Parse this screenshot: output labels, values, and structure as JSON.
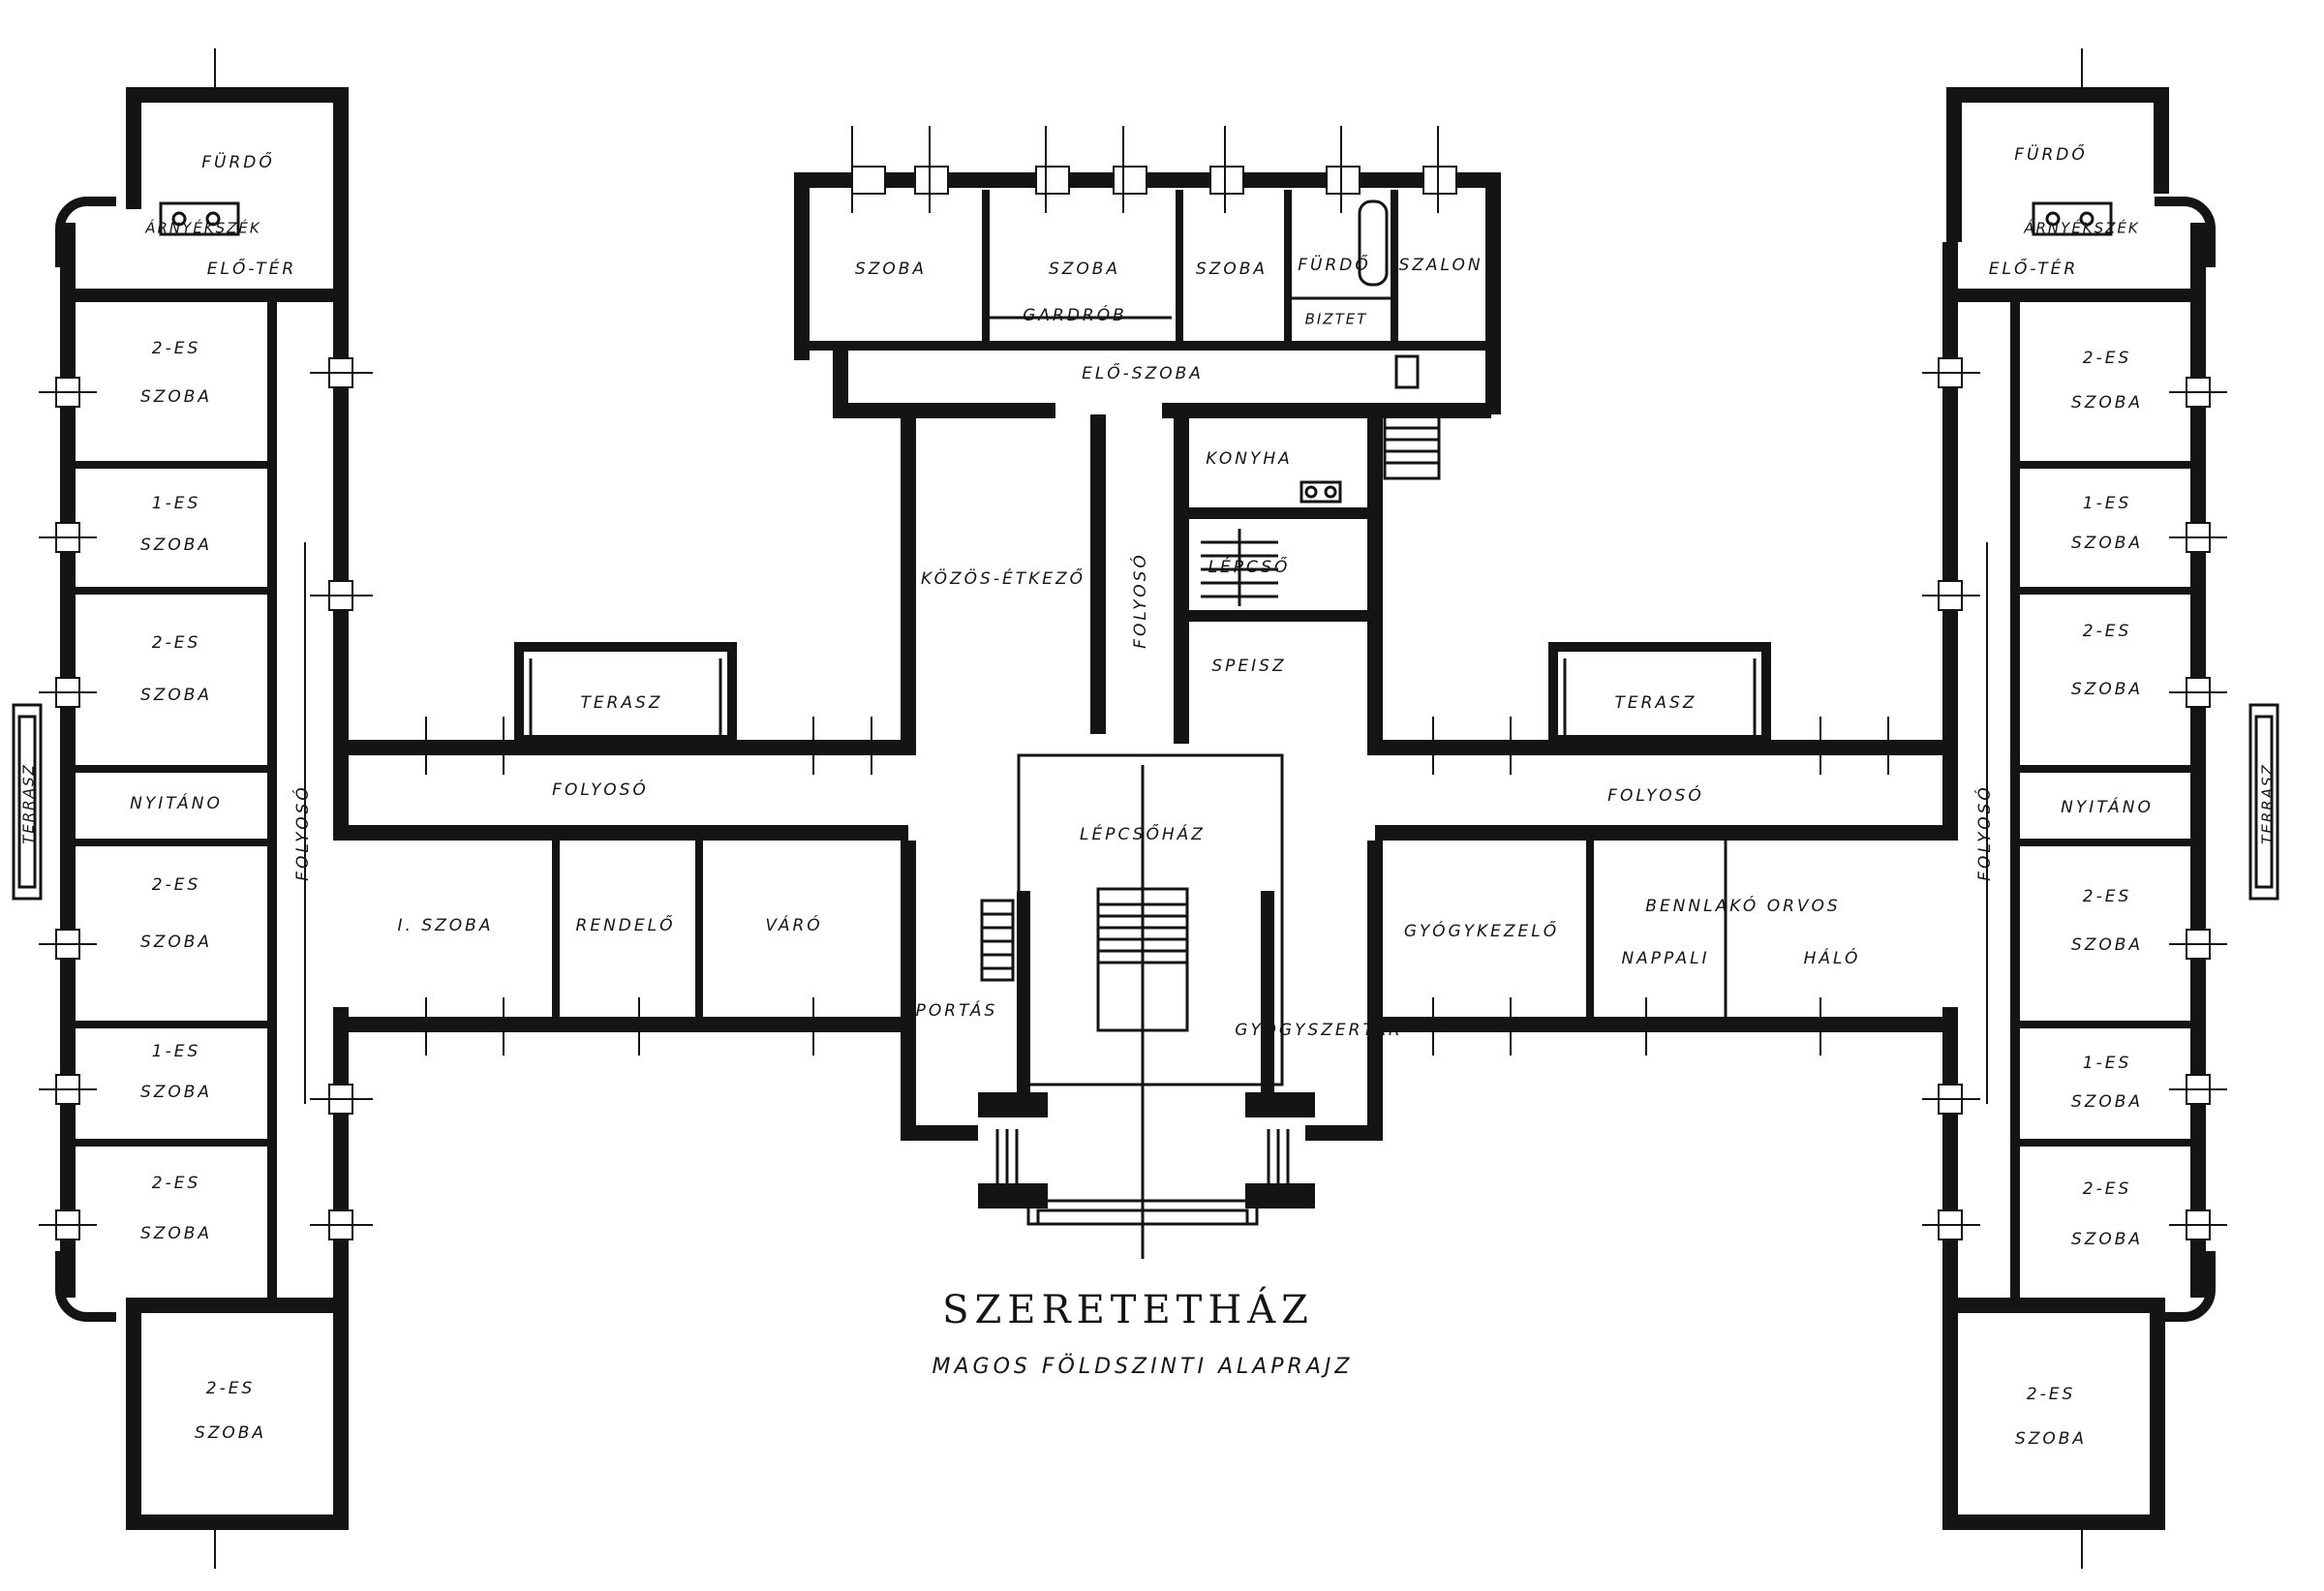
{
  "title": {
    "main": "SZERETETHÁZ",
    "sub": "MAGOS FÖLDSZINTI ALAPRAJZ"
  },
  "left_wing": {
    "bath": "FÜRDŐ",
    "toilet": "ÁRNYÉKSZÉK",
    "anteroom": "ELŐ-TÉR",
    "rooms": [
      {
        "line1": "2-ES",
        "line2": "SZOBA"
      },
      {
        "line1": "1-ES",
        "line2": "SZOBA"
      },
      {
        "line1": "2-ES",
        "line2": "SZOBA"
      },
      {
        "line1": "NYITÁNO",
        "line2": ""
      },
      {
        "line1": "2-ES",
        "line2": "SZOBA"
      },
      {
        "line1": "1-ES",
        "line2": "SZOBA"
      },
      {
        "line1": "2-ES",
        "line2": "SZOBA"
      },
      {
        "line1": "2-ES",
        "line2": "SZOBA"
      }
    ],
    "corridor": "FOLYOSÓ",
    "terrace": "TERRASZ"
  },
  "right_wing": {
    "bath": "FÜRDŐ",
    "toilet": "ÁRNYÉKSZÉK",
    "anteroom": "ELŐ-TÉR",
    "rooms": [
      {
        "line1": "2-ES",
        "line2": "SZOBA"
      },
      {
        "line1": "1-ES",
        "line2": "SZOBA"
      },
      {
        "line1": "2-ES",
        "line2": "SZOBA"
      },
      {
        "line1": "NYITÁNO",
        "line2": ""
      },
      {
        "line1": "2-ES",
        "line2": "SZOBA"
      },
      {
        "line1": "1-ES",
        "line2": "SZOBA"
      },
      {
        "line1": "2-ES",
        "line2": "SZOBA"
      },
      {
        "line1": "2-ES",
        "line2": "SZOBA"
      }
    ],
    "corridor": "FOLYOSÓ",
    "terrace": "TERRASZ"
  },
  "top_block": {
    "rooms": [
      "SZOBA",
      "SZOBA",
      "SZOBA",
      "FÜRDŐ",
      "SZALON"
    ],
    "wardrobe": "GARDRÓB",
    "entry": "BIZTET",
    "anteroom": "ELŐ-SZOBA"
  },
  "center": {
    "kitchen": "KONYHA",
    "stair": "LÉPCSŐ",
    "pantry": "SPEISZ",
    "dining": "KÖZÖS-ÉTKEZŐ",
    "north_corridor": "FOLYOSÓ",
    "stairhall": "LÉPCSŐHÁZ",
    "porter": "PORTÁS",
    "pharmacy": "GYÓGYSZERTÁR"
  },
  "west_block": {
    "terrace": "TERASZ",
    "corridor": "FOLYOSÓ",
    "rooms": [
      "I. SZOBA",
      "RENDELŐ",
      "VÁRÓ"
    ]
  },
  "east_block": {
    "terrace": "TERASZ",
    "corridor": "FOLYOSÓ",
    "nurse": "GYÓGYKEZELŐ",
    "doctor": "BENNLAKÓ ORVOS",
    "day": "NAPPALI",
    "night": "HÁLÓ"
  }
}
